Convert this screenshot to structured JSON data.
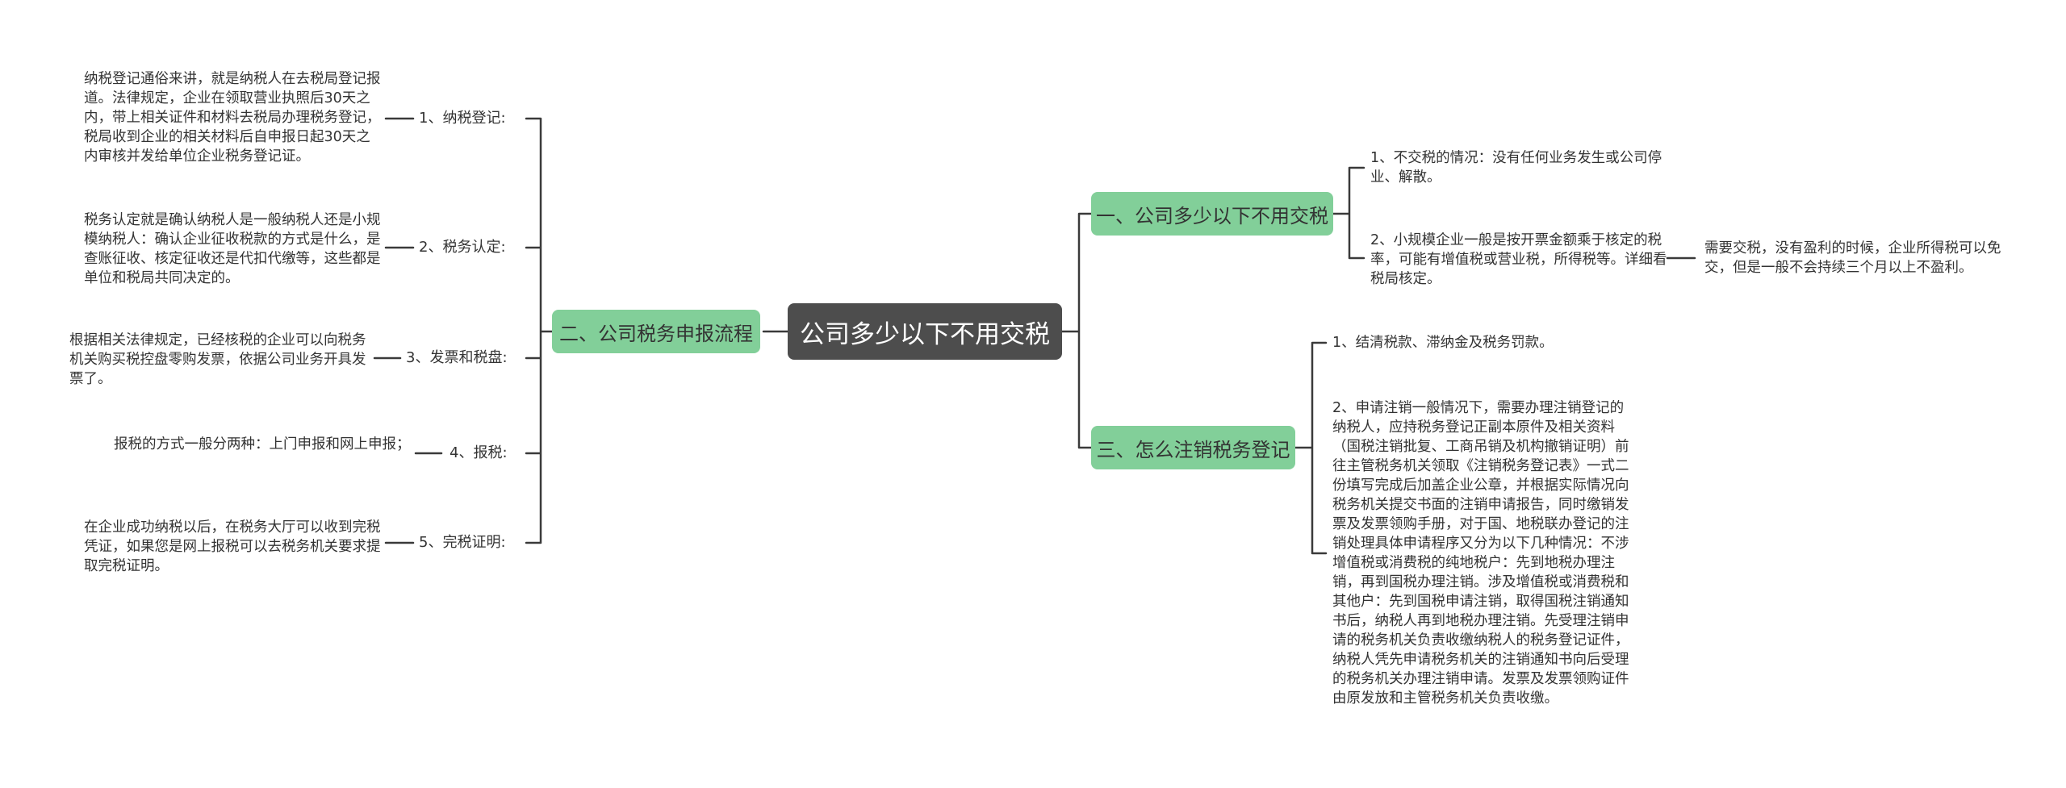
{
  "root": {
    "title": "公司多少以下不用交税"
  },
  "left": {
    "branch": "二、公司税务申报流程",
    "items": [
      {
        "label": "1、纳税登记:",
        "text": "纳税登记通俗来讲，就是纳税人在去税局登记报道。法律规定，企业在领取营业执照后30天之内，带上相关证件和材料去税局办理税务登记，税局收到企业的相关材料后自申报日起30天之内审核并发给单位企业税务登记证。"
      },
      {
        "label": "2、税务认定:",
        "text": "税务认定就是确认纳税人是一般纳税人还是小规模纳税人：确认企业征收税款的方式是什么，是查账征收、核定征收还是代扣代缴等，这些都是单位和税局共同决定的。"
      },
      {
        "label": "3、发票和税盘:",
        "text": "根据相关法律规定，已经核税的企业可以向税务机关购买税控盘零购发票，依据公司业务开具发票了。"
      },
      {
        "label": "4、报税:",
        "text": "报税的方式一般分两种：上门申报和网上申报；"
      },
      {
        "label": "5、完税证明:",
        "text": "在企业成功纳税以后，在税务大厅可以收到完税凭证，如果您是网上报税可以去税务机关要求提取完税证明。"
      }
    ]
  },
  "right": {
    "branch1": {
      "label": "一、公司多少以下不用交税",
      "items": [
        {
          "text": "1、不交税的情况：没有任何业务发生或公司停业、解散。"
        },
        {
          "text": "2、小规模企业一般是按开票金额乘于核定的税率，可能有增值税或营业税，所得税等。详细看税局核定。",
          "note": "需要交税，没有盈利的时候，企业所得税可以免交，但是一般不会持续三个月以上不盈利。"
        }
      ]
    },
    "branch2": {
      "label": "三、怎么注销税务登记",
      "items": [
        {
          "text": "1、结清税款、滞纳金及税务罚款。"
        },
        {
          "text": "2、申请注销一般情况下，需要办理注销登记的纳税人，应持税务登记正副本原件及相关资料（国税注销批复、工商吊销及机构撤销证明）前往主管税务机关领取《注销税务登记表》一式二份填写完成后加盖企业公章，并根据实际情况向税务机关提交书面的注销申请报告，同时缴销发票及发票领购手册，对于国、地税联办登记的注销处理具体申请程序又分为以下几种情况：不涉增值税或消费税的纯地税户：先到地税办理注销，再到国税办理注销。涉及增值税或消费税和其他户：先到国税申请注销，取得国税注销通知书后，纳税人再到地税办理注销。先受理注销申请的税务机关负责收缴纳税人的税务登记证件，纳税人凭先申请税务机关的注销通知书向后受理的税务机关办理注销申请。发票及发票领购证件由原发放和主管税务机关负责收缴。"
        }
      ]
    }
  },
  "colors": {
    "root_bg": "#4d4d4d",
    "branch_bg": "#82cf99",
    "line": "#3a3a3a"
  }
}
